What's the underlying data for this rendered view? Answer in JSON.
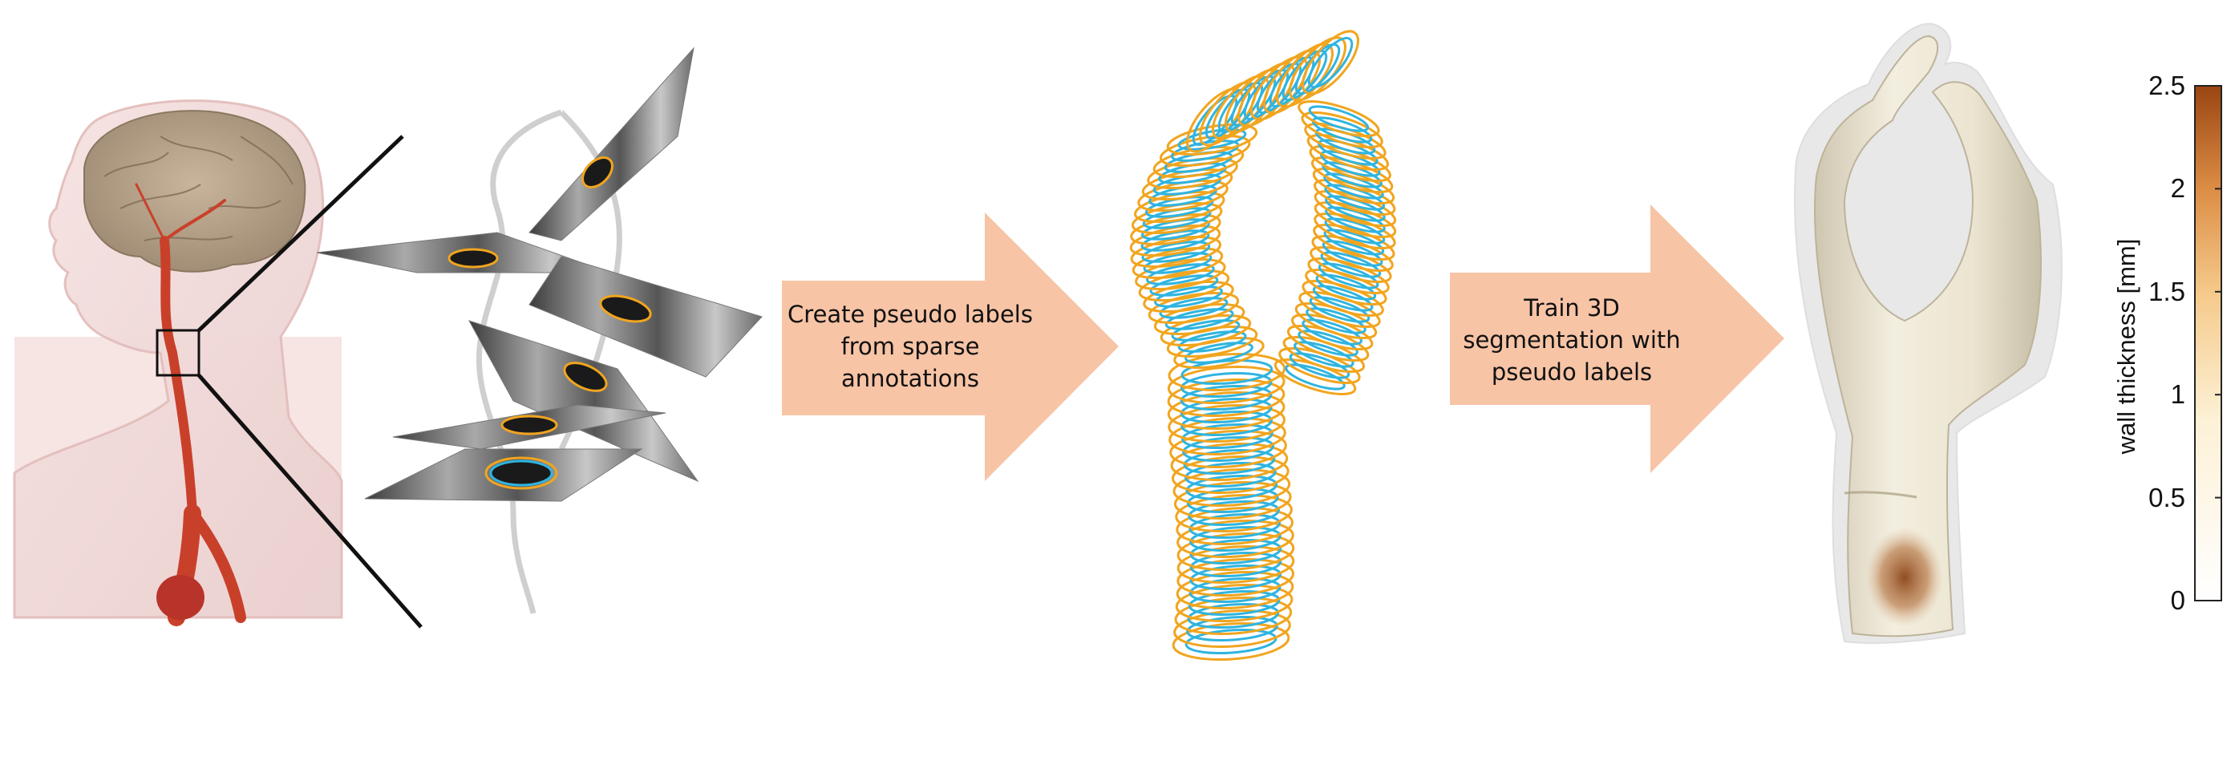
{
  "steps": {
    "step1_label": "Create pseudo labels from sparse annotations",
    "step2_label": "Train 3D segmentation with pseudo labels"
  },
  "colorbar": {
    "label": "wall thickness [mm]",
    "ticks": [
      "2.5",
      "2",
      "1.5",
      "1",
      "0.5",
      "0"
    ],
    "min": 0,
    "max": 2.5,
    "color_low": "#ffffff",
    "color_mid": "#fbe3b5",
    "color_high": "#a04a14"
  },
  "colors": {
    "arrow_fill": "#f7c4a6",
    "lumen_contour": "#2fb4e0",
    "wall_contour": "#f1a51f",
    "artery": "#c9402a",
    "vessel_surface": "#efe9d9"
  },
  "icons": {
    "anatomy": "head-neck-anatomy-illustration",
    "slices": "mri-cross-section-slices",
    "contours": "stacked-contour-rings",
    "surface": "3d-vessel-surface-model"
  }
}
